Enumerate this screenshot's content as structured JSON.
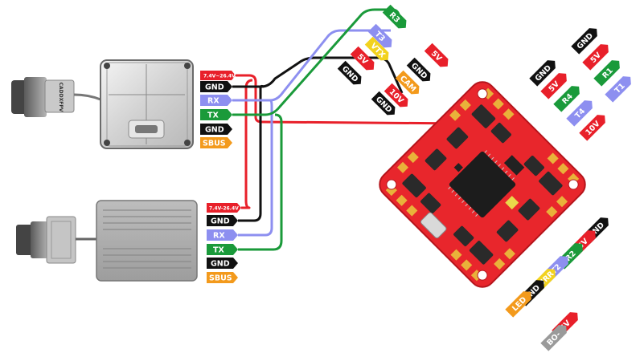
{
  "colors": {
    "red": "#e8202a",
    "black": "#111111",
    "green": "#1a9a3a",
    "blue": "#8d8ff0",
    "yellow": "#f2d21e",
    "orange": "#f39a1c",
    "gray": "#9a9a9a",
    "board": "#e8262c"
  },
  "vtx_top": {
    "brand": "CADDXFPV",
    "pins": [
      "7.4V~26.4V",
      "GND",
      "RX",
      "TX",
      "GND",
      "SBUS"
    ]
  },
  "vtx_bottom": {
    "pins": [
      "7.4V-26.4V",
      "GND",
      "RX",
      "TX",
      "GND",
      "SBUS"
    ]
  },
  "fc_pads": {
    "top_left": [
      "R3",
      "T3",
      "VTX",
      "5V",
      "GND",
      "GND",
      "CAM",
      "5V",
      "GND",
      "10V"
    ],
    "top_right": [
      "GND",
      "5V",
      "GND",
      "5V",
      "R1",
      "R4",
      "T1",
      "T4",
      "10V"
    ],
    "bottom_right": [
      "GND",
      "5V",
      "R2",
      "T2",
      "CURR",
      "GND",
      "LED",
      "5V",
      "BO-"
    ]
  }
}
